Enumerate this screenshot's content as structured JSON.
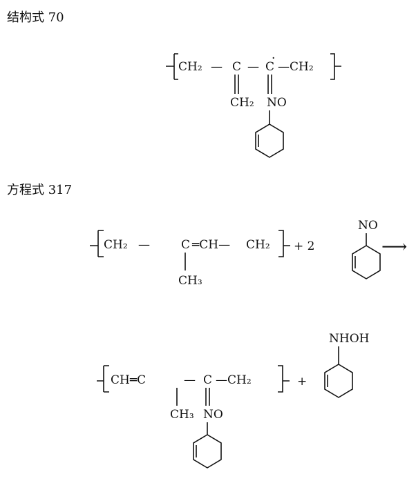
{
  "structure_70": {
    "heading": "结构式 70",
    "chain": [
      "CH₂",
      "—",
      "C",
      "—",
      "C",
      "—CH₂"
    ],
    "radical_dot": "·",
    "branch_left": "CH₂",
    "branch_right": "NO"
  },
  "equation_317": {
    "heading": "方程式 317",
    "reactant_chain": [
      "CH₂",
      "—",
      "C",
      "═CH—",
      "CH₂"
    ],
    "reactant_branch": "CH₃",
    "plus_coefficient": "+ 2",
    "reagent_group": "NO",
    "arrow": "⟶",
    "product_chain": [
      "CH═C",
      "—",
      "C",
      "—CH₂"
    ],
    "product_branch_left": "CH₃",
    "product_branch_right": "NO",
    "plus": "+",
    "byproduct_group": "NHOH"
  }
}
